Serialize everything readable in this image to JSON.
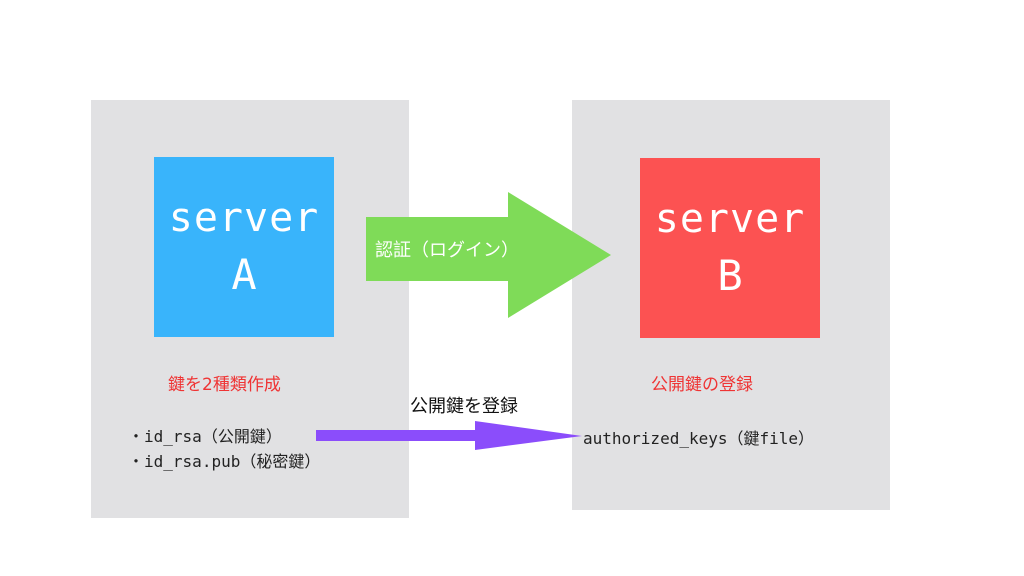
{
  "server_a": {
    "line1": "server",
    "line2": "A",
    "caption": "鍵を2種類作成",
    "keys": [
      "id_rsa（公開鍵）",
      "id_rsa.pub（秘密鍵）"
    ]
  },
  "server_b": {
    "line1": "server",
    "line2": "B",
    "caption": "公開鍵の登録",
    "file": "authorized_keys（鍵file）"
  },
  "arrows": {
    "auth_label": "認証（ログイン）",
    "register_label": "公開鍵を登録"
  },
  "colors": {
    "panel": "#e1e1e3",
    "server_a": "#39b4fb",
    "server_b": "#fc5252",
    "auth_arrow": "#7fdb58",
    "register_arrow": "#8b4dfb",
    "caption_red": "#ef3434"
  }
}
